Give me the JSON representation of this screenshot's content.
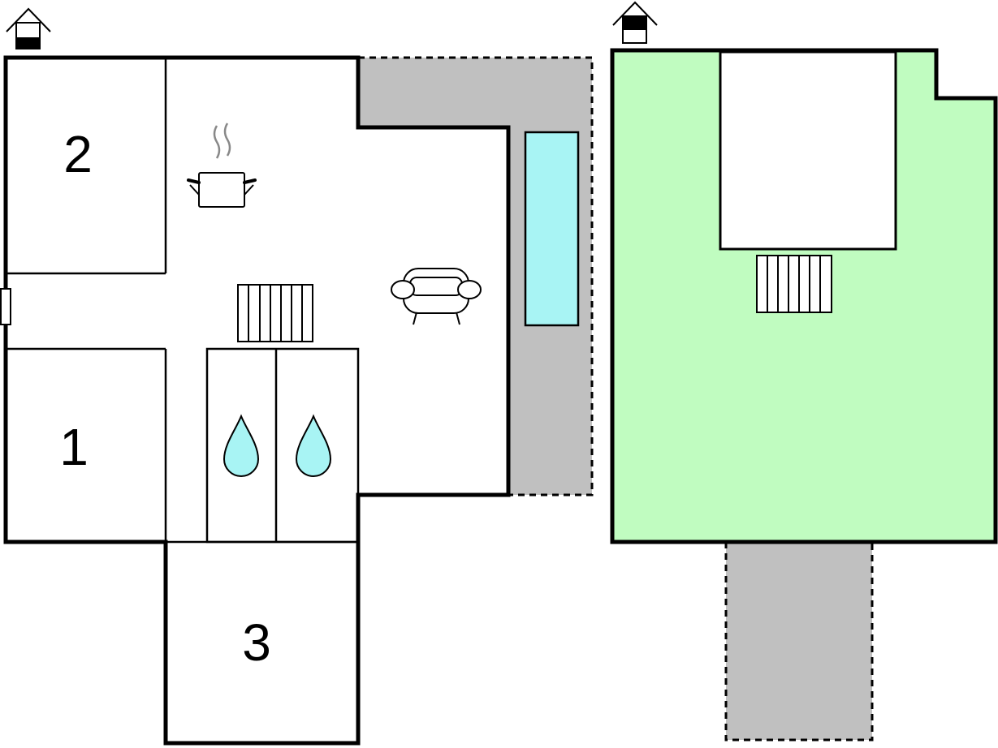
{
  "colors": {
    "wall": "#000000",
    "floor": "#ffffff",
    "terrace": "#c0c0c0",
    "pool": "#a8f4f4",
    "garden": "#c0fcc0",
    "water_drop": "#a8f4f4"
  },
  "floors": [
    {
      "name": "ground-floor",
      "floor_icon": "house-floor-indicator-lower-icon",
      "rooms": [
        {
          "id": "bedroom-2",
          "label": "2"
        },
        {
          "id": "bedroom-1",
          "label": "1"
        },
        {
          "id": "bedroom-3",
          "label": "3"
        }
      ],
      "icons": [
        "cooking-pot-icon",
        "sofa-icon",
        "staircase-icon",
        "water-drop-icon",
        "water-drop-icon"
      ],
      "outdoor": [
        "terrace",
        "swimming-pool"
      ]
    },
    {
      "name": "upper-floor",
      "floor_icon": "house-floor-indicator-upper-icon",
      "icons": [
        "staircase-icon"
      ],
      "outdoor": [
        "garden",
        "terrace"
      ]
    }
  ]
}
